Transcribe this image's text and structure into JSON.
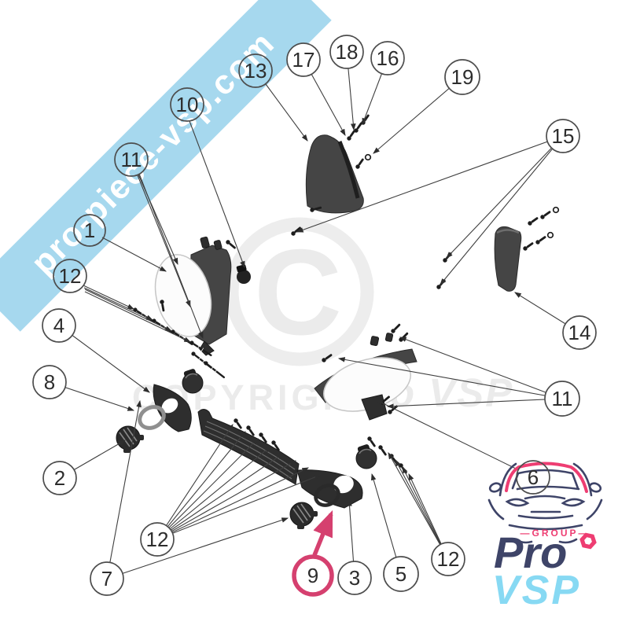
{
  "banner": {
    "text": "pro-piece-vsp.com"
  },
  "watermark": {
    "letter": "C",
    "line": "COPYRIGHT",
    "brand": "Pro VSP"
  },
  "parts": {
    "p1": "1",
    "p2": "2",
    "p3": "3",
    "p4": "4",
    "p5": "5",
    "p6": "6",
    "p7": "7",
    "p8": "8",
    "p9": "9",
    "p10": "10",
    "p11": "11",
    "p12": "12",
    "p13": "13",
    "p14": "14",
    "p15": "15",
    "p16": "16",
    "p17": "17",
    "p18": "18",
    "p19": "19"
  },
  "logo": {
    "group": "—GROUP—",
    "brand_top": "Pro",
    "brand_bottom": "VSP"
  },
  "colors": {
    "banner_blue": "#a6d8ee",
    "highlight_pink": "#d5406f",
    "logo_navy": "#3e4468",
    "logo_blue": "#87d9f3",
    "logo_pink": "#ee3d72",
    "watermark_gray": "#ebebeb"
  }
}
